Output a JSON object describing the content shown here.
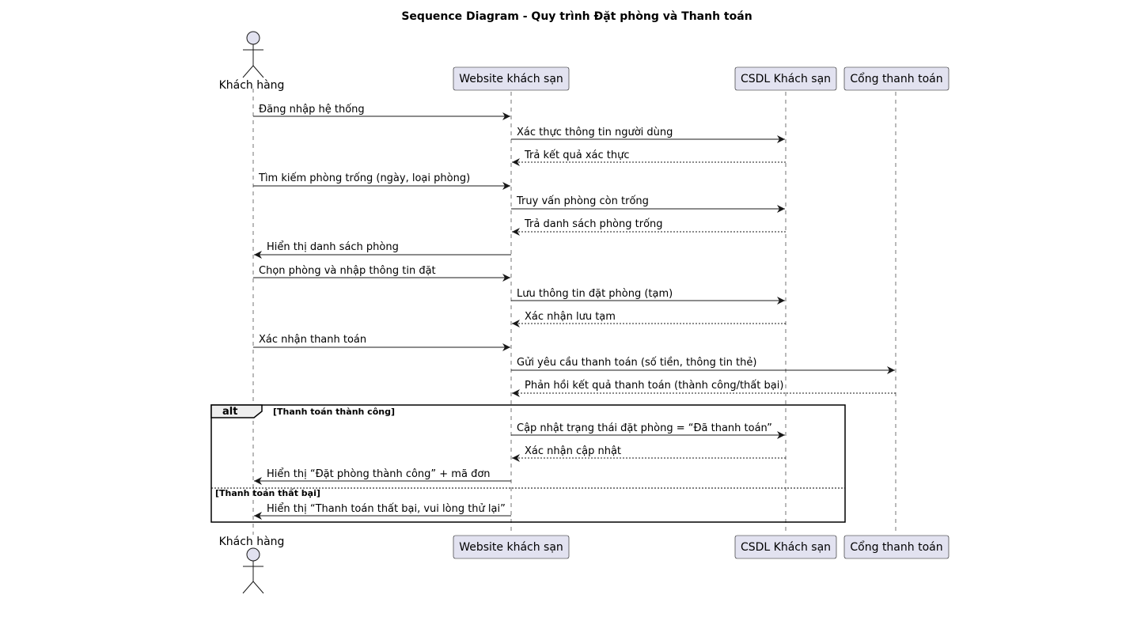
{
  "diagram": {
    "title": "Sequence Diagram - Quy trình Đặt phòng và Thanh toán",
    "participants": [
      {
        "id": "kh",
        "label": "Khách hàng",
        "kind": "actor"
      },
      {
        "id": "web",
        "label": "Website khách sạn",
        "kind": "participant"
      },
      {
        "id": "db",
        "label": "CSDL Khách sạn",
        "kind": "participant"
      },
      {
        "id": "pay",
        "label": "Cổng thanh toán",
        "kind": "participant"
      }
    ],
    "messages": [
      {
        "from": "kh",
        "to": "web",
        "label": "Đăng nhập hệ thống",
        "style": "solid"
      },
      {
        "from": "web",
        "to": "db",
        "label": "Xác thực thông tin người dùng",
        "style": "solid"
      },
      {
        "from": "db",
        "to": "web",
        "label": "Trả kết quả xác thực",
        "style": "dashed"
      },
      {
        "from": "kh",
        "to": "web",
        "label": "Tìm kiếm phòng trống (ngày, loại phòng)",
        "style": "solid"
      },
      {
        "from": "web",
        "to": "db",
        "label": "Truy vấn phòng còn trống",
        "style": "solid"
      },
      {
        "from": "db",
        "to": "web",
        "label": "Trả danh sách phòng trống",
        "style": "dashed"
      },
      {
        "from": "web",
        "to": "kh",
        "label": "Hiển thị danh sách phòng",
        "style": "solid"
      },
      {
        "from": "kh",
        "to": "web",
        "label": "Chọn phòng và nhập thông tin đặt",
        "style": "solid"
      },
      {
        "from": "web",
        "to": "db",
        "label": "Lưu thông tin đặt phòng (tạm)",
        "style": "solid"
      },
      {
        "from": "db",
        "to": "web",
        "label": "Xác nhận lưu tạm",
        "style": "dashed"
      },
      {
        "from": "kh",
        "to": "web",
        "label": "Xác nhận thanh toán",
        "style": "solid"
      },
      {
        "from": "web",
        "to": "pay",
        "label": "Gửi yêu cầu thanh toán (số tiền, thông tin thẻ)",
        "style": "solid"
      },
      {
        "from": "pay",
        "to": "web",
        "label": "Phản hồi kết quả thanh toán (thành công/thất bại)",
        "style": "dashed"
      },
      {
        "from": "web",
        "to": "db",
        "label": "Cập nhật trạng thái đặt phòng = “Đã thanh toán”",
        "style": "solid"
      },
      {
        "from": "db",
        "to": "web",
        "label": "Xác nhận cập nhật",
        "style": "dashed"
      },
      {
        "from": "web",
        "to": "kh",
        "label": "Hiển thị “Đặt phòng thành công” + mã đơn",
        "style": "solid"
      },
      {
        "from": "web",
        "to": "kh",
        "label": "Hiển thị “Thanh toán thất bại, vui lòng thử lại”",
        "style": "solid"
      }
    ],
    "fragment": {
      "keyword": "alt",
      "sections": [
        {
          "guard": "[Thanh toán thành công]"
        },
        {
          "guard": "[Thanh toán thất bại]"
        }
      ]
    },
    "colors": {
      "participant_fill": "#e2e2f0",
      "participant_border": "#181818",
      "line": "#181818",
      "lifeline": "#181818",
      "fragment_header_fill": "#eeeeee",
      "background": "#ffffff"
    }
  }
}
